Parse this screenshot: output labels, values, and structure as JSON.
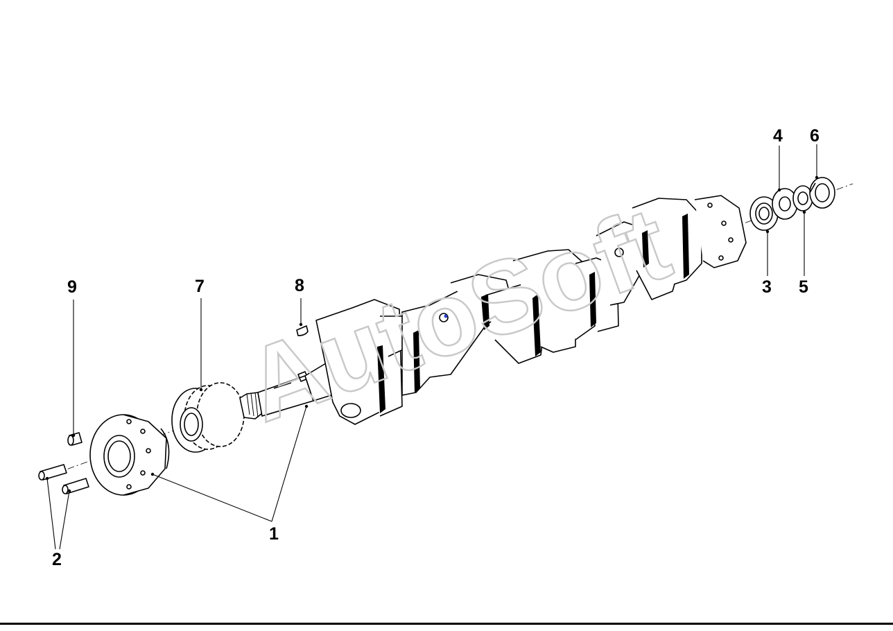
{
  "callouts": {
    "c1": "1",
    "c2": "2",
    "c3": "3",
    "c4": "4",
    "c5": "5",
    "c6": "6",
    "c7": "7",
    "c8": "8",
    "c9": "9"
  },
  "watermark": "AutoSoft",
  "colors": {
    "ink": "#000000",
    "paper": "#ffffff",
    "watermark": "#d8d8d8",
    "accent": "#2a3ec8"
  }
}
